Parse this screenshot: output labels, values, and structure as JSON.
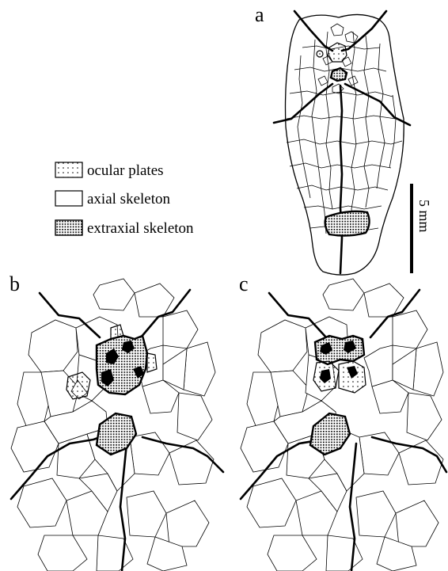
{
  "panels": {
    "a": "a",
    "b": "b",
    "c": "c"
  },
  "legend": {
    "ocular": "ocular plates",
    "axial": "axial skeleton",
    "extraxial": "extraxial skeleton"
  },
  "scale_bar": "5 mm"
}
